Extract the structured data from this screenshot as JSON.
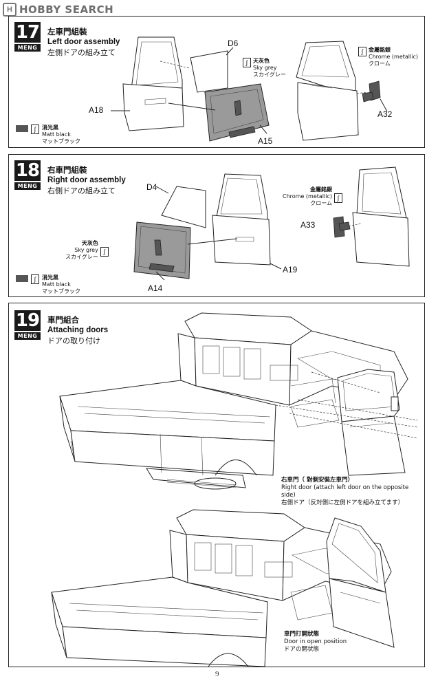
{
  "watermark": {
    "logo": "H",
    "text": "HOBBY SEARCH"
  },
  "steps": [
    {
      "number": "17",
      "brand": "MENG",
      "title_cn": "左車門組裝",
      "title_en": "Left door assembly",
      "title_jp": "左側ドアの組み立て",
      "parts": [
        "D6",
        "A18",
        "A15",
        "A32"
      ],
      "paints": [
        {
          "cn": "天灰色",
          "en": "Sky grey",
          "jp": "スカイグレー",
          "color": "#9a9a9a"
        },
        {
          "cn": "金屬銘銀",
          "en": "Chrome (metallic)",
          "jp": "クローム",
          "color": "#c8c8c8"
        },
        {
          "cn": "消光黑",
          "en": "Matt black",
          "jp": "マットブラック",
          "color": "#555555"
        }
      ]
    },
    {
      "number": "18",
      "brand": "MENG",
      "title_cn": "右車門組裝",
      "title_en": "Right door assembly",
      "title_jp": "右側ドアの組み立て",
      "parts": [
        "D4",
        "A19",
        "A33",
        "A14"
      ],
      "paints": [
        {
          "cn": "金屬銘銀",
          "en": "Chrome (metallic)",
          "jp": "クローム",
          "color": "#c8c8c8"
        },
        {
          "cn": "天灰色",
          "en": "Sky grey",
          "jp": "スカイグレー",
          "color": "#9a9a9a"
        },
        {
          "cn": "消光黑",
          "en": "Matt black",
          "jp": "マットブラック",
          "color": "#555555"
        }
      ]
    },
    {
      "number": "19",
      "brand": "MENG",
      "title_cn": "車門組合",
      "title_en": "Attaching doors",
      "title_jp": "ドアの取り付け",
      "captions": [
        {
          "cn": "右車門（ 對側安裝左車門）",
          "en": "Right door (attach left door on the opposite side)",
          "jp": "右側ドア（反対側に左側ドアを組み立てます）"
        },
        {
          "cn": "車門打開狀態",
          "en": "Door in open position",
          "jp": "ドアの開状態"
        }
      ]
    }
  ],
  "icons": [
    "paint-brush-icon",
    "truck-illustration",
    "door-illustration"
  ],
  "page_number": "9"
}
